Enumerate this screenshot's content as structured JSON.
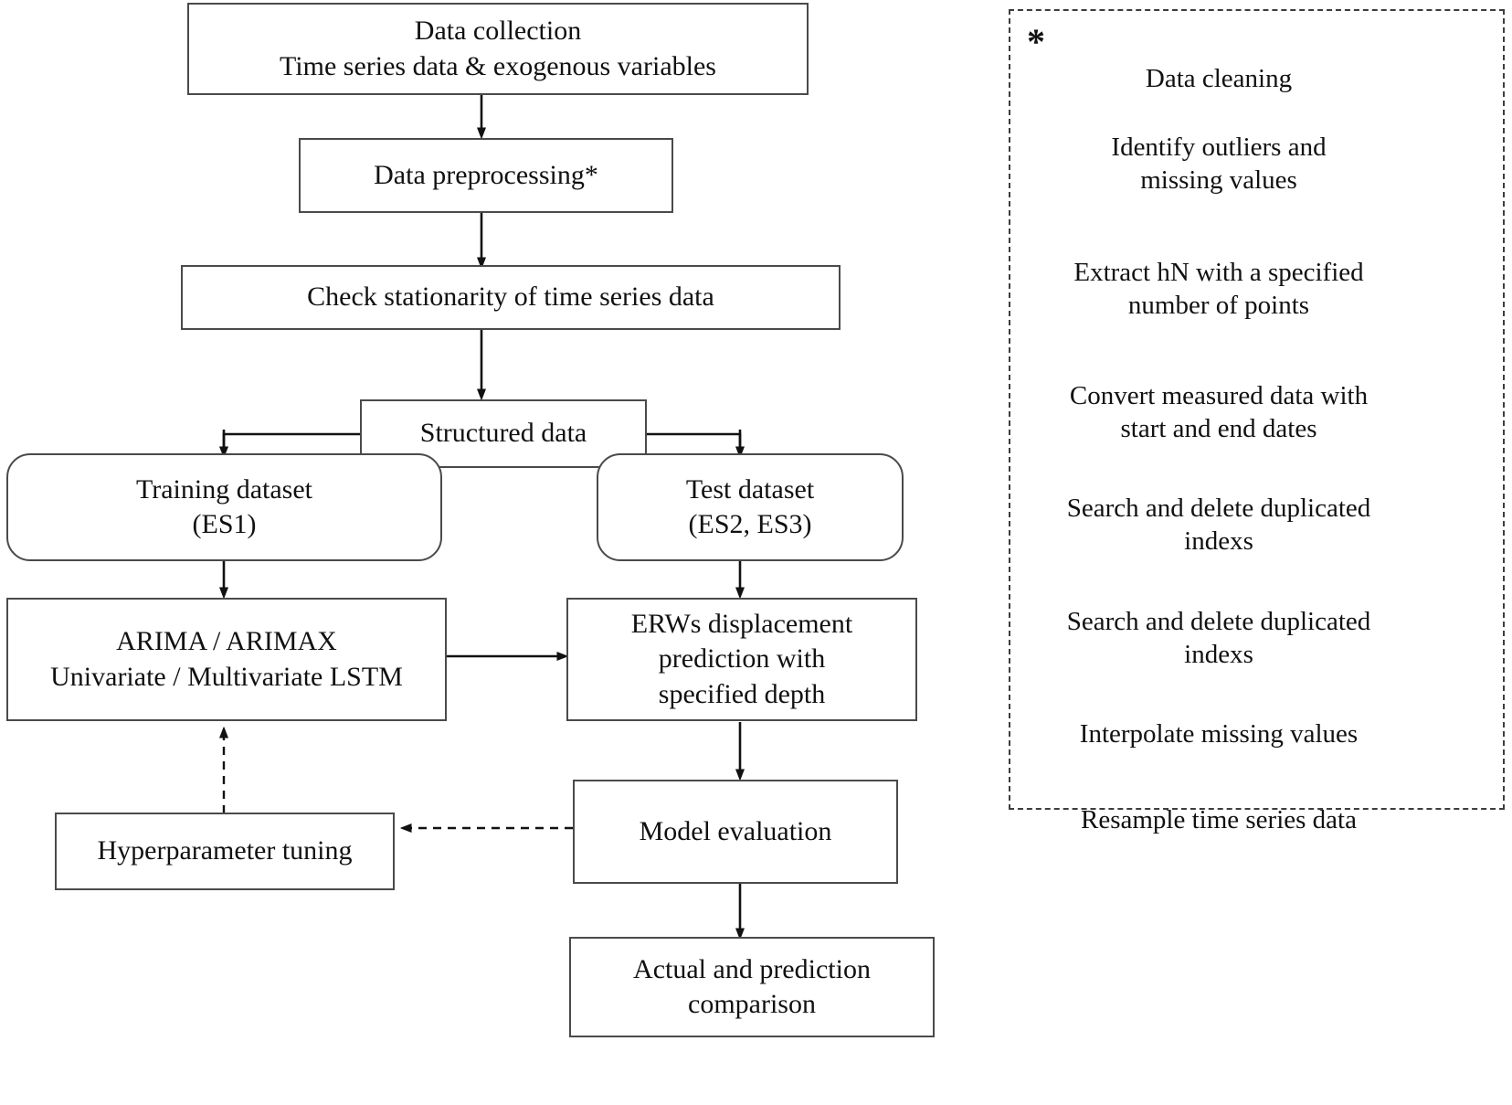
{
  "diagram": {
    "title": "Time series forecasting methodology flowchart",
    "colors": {
      "box_border": "#4a4a4a",
      "panel_border": "#3d3d3d",
      "arrow_solid": "#111111",
      "arrow_gray": "#808080",
      "background": "#ffffff",
      "text": "#111111"
    }
  },
  "main_flow": {
    "nodes": [
      {
        "id": "data-collection",
        "label": "Data collection\nTime series data & exogenous variables",
        "shape": "rect"
      },
      {
        "id": "data-preprocessing",
        "label": "Data preprocessing*",
        "shape": "rect"
      },
      {
        "id": "check-stationarity",
        "label": "Check stationarity of time series data",
        "shape": "rect"
      },
      {
        "id": "structured-data",
        "label": "Structured data",
        "shape": "rect"
      },
      {
        "id": "training-dataset",
        "label": "Training  dataset\n(ES1)",
        "shape": "rounded"
      },
      {
        "id": "test-dataset",
        "label": "Test dataset\n(ES2, ES3)",
        "shape": "rounded"
      },
      {
        "id": "models",
        "label": "ARIMA / ARIMAX\nUnivariate / Multivariate LSTM",
        "shape": "rect"
      },
      {
        "id": "prediction",
        "label": "ERWs displacement\nprediction with\nspecified depth",
        "shape": "rect"
      },
      {
        "id": "hyperparameter",
        "label": "Hyperparameter tuning",
        "shape": "rect"
      },
      {
        "id": "model-evaluation",
        "label": "Model evaluation",
        "shape": "rect"
      },
      {
        "id": "comparison",
        "label": "Actual and prediction\ncomparison",
        "shape": "rect"
      }
    ],
    "edges": [
      {
        "from": "data-collection",
        "to": "data-preprocessing",
        "style": "solid"
      },
      {
        "from": "data-preprocessing",
        "to": "check-stationarity",
        "style": "solid"
      },
      {
        "from": "check-stationarity",
        "to": "structured-data",
        "style": "solid"
      },
      {
        "from": "structured-data",
        "to": "training-dataset",
        "style": "solid"
      },
      {
        "from": "structured-data",
        "to": "test-dataset",
        "style": "solid"
      },
      {
        "from": "training-dataset",
        "to": "models",
        "style": "solid"
      },
      {
        "from": "test-dataset",
        "to": "prediction",
        "style": "solid"
      },
      {
        "from": "models",
        "to": "prediction",
        "style": "solid"
      },
      {
        "from": "prediction",
        "to": "model-evaluation",
        "style": "solid"
      },
      {
        "from": "model-evaluation",
        "to": "comparison",
        "style": "solid"
      },
      {
        "from": "model-evaluation",
        "to": "hyperparameter",
        "style": "dashed"
      },
      {
        "from": "hyperparameter",
        "to": "models",
        "style": "dashed"
      }
    ]
  },
  "preprocessing_panel": {
    "marker": "*",
    "steps": [
      {
        "id": "data-cleaning",
        "label": "Data cleaning"
      },
      {
        "id": "identify-outliers",
        "label": "Identify outliers and\nmissing values"
      },
      {
        "id": "extract-hn",
        "label": "Extract hN with a specified\nnumber of points"
      },
      {
        "id": "convert-measured",
        "label": "Convert measured data with\nstart and end dates"
      },
      {
        "id": "search-delete-dup-1",
        "label": "Search and delete duplicated\nindexs"
      },
      {
        "id": "search-delete-dup-2",
        "label": "Search and delete duplicated\nindexs"
      },
      {
        "id": "interpolate-missing",
        "label": "Interpolate missing values"
      },
      {
        "id": "resample-series",
        "label": "Resample time series data"
      }
    ]
  }
}
